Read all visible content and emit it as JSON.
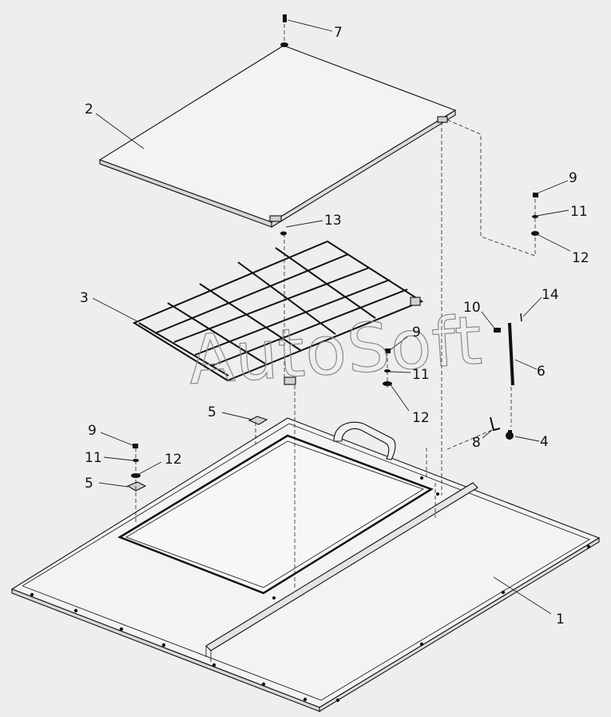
{
  "watermark": "AutoSoft",
  "callouts": {
    "c1": "1",
    "c2": "2",
    "c3": "3",
    "c4": "4",
    "c5a": "5",
    "c5b": "5",
    "c6": "6",
    "c7": "7",
    "c8": "8",
    "c9a": "9",
    "c9b": "9",
    "c9c": "9",
    "c10": "10",
    "c11a": "11",
    "c11b": "11",
    "c11c": "11",
    "c12a": "12",
    "c12b": "12",
    "c12c": "12",
    "c13": "13",
    "c14": "14"
  },
  "colors": {
    "background": "#eeeeee",
    "line": "#111111",
    "panel_fill": "#f3f3f3",
    "watermark": "#8a8a8a"
  }
}
